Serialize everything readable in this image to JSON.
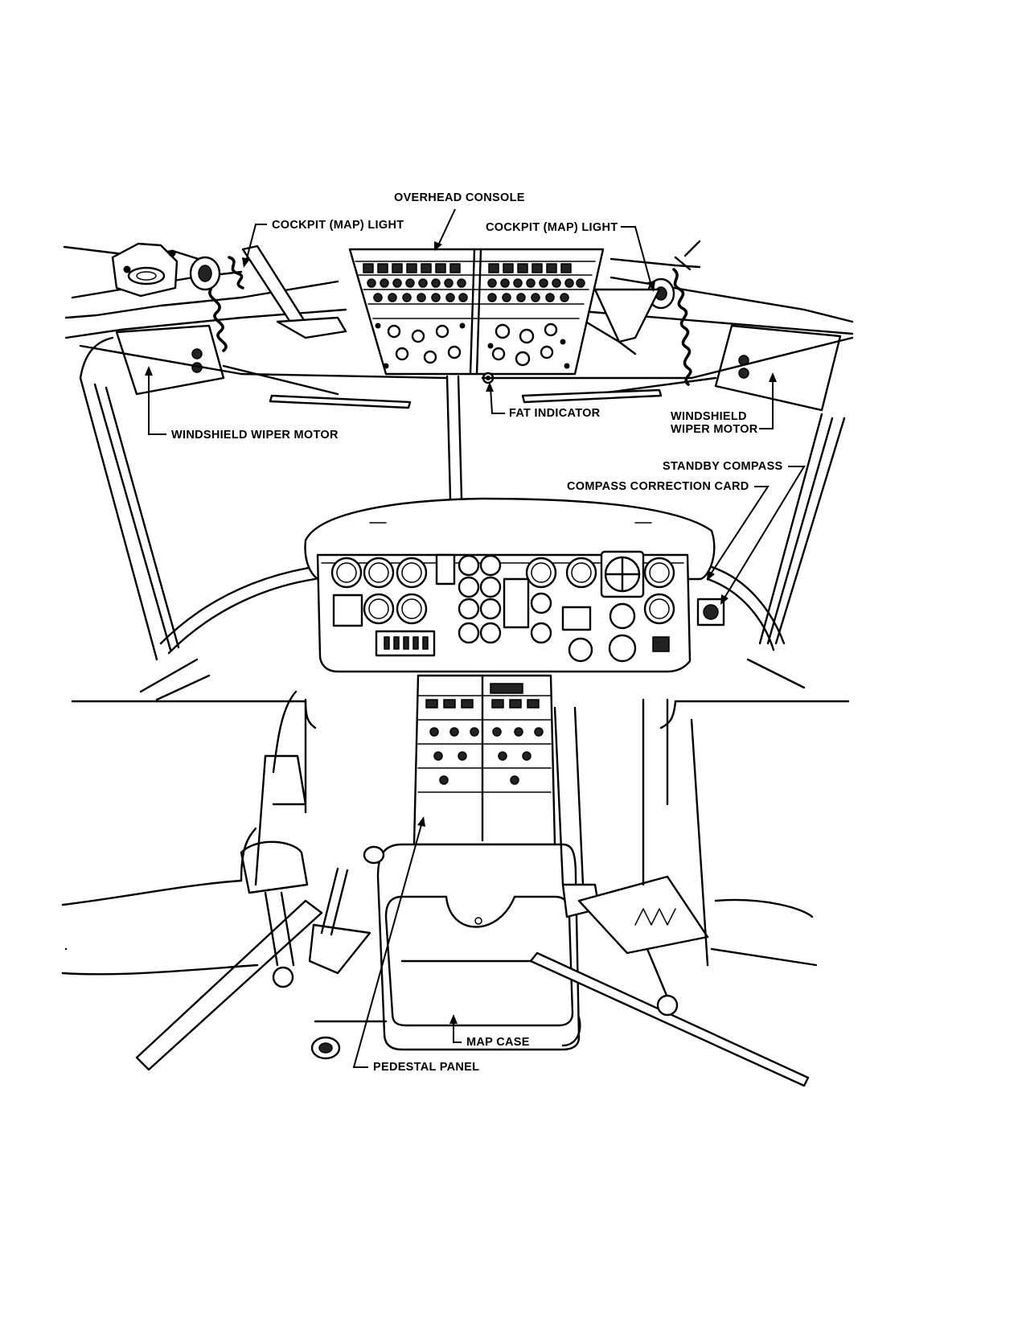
{
  "labels": {
    "overhead_console": "OVERHEAD CONSOLE",
    "cockpit_map_light_left": "COCKPIT (MAP) LIGHT",
    "cockpit_map_light_right": "COCKPIT (MAP) LIGHT",
    "windshield_wiper_motor_left": "WINDSHIELD WIPER MOTOR",
    "fat_indicator": "FAT INDICATOR",
    "windshield_wiper_motor_right_line1": "WINDSHIELD",
    "windshield_wiper_motor_right_line2": "WIPER MOTOR",
    "standby_compass": "STANDBY COMPASS",
    "compass_correction_card": "COMPASS CORRECTION CARD",
    "map_case": "MAP CASE",
    "pedestal_panel": "PEDESTAL PANEL"
  }
}
